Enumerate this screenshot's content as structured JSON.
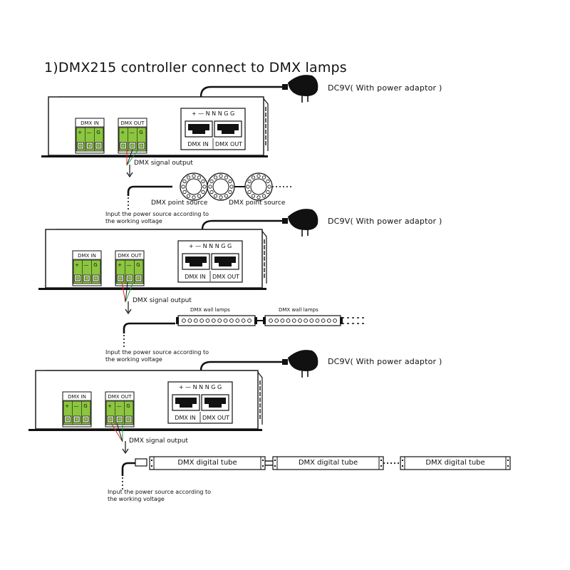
{
  "title": "1)DMX215 controller connect to DMX lamps",
  "adaptor_label": "DC9V( With power adaptor )",
  "signal_label": "DMX signal output",
  "power_note_line1": "Input the power source according to",
  "power_note_line2": "the working voltage",
  "terminal_in_label": "DMX  IN",
  "terminal_out_label": "DMX  OUT",
  "terminal_pins": [
    "+",
    "—",
    "G"
  ],
  "rj45_pin_header": "+ — N N N G G",
  "rj45_in_label": "DMX  IN",
  "rj45_out_label": "DMX  OUT",
  "point_source_label": "DMX point source",
  "wall_lamp_label": "DMX wall lamps",
  "digital_tube_label": "DMX digital tube",
  "sections": [
    {
      "load": "point-source"
    },
    {
      "load": "wall-lamps"
    },
    {
      "load": "digital-tube"
    }
  ]
}
